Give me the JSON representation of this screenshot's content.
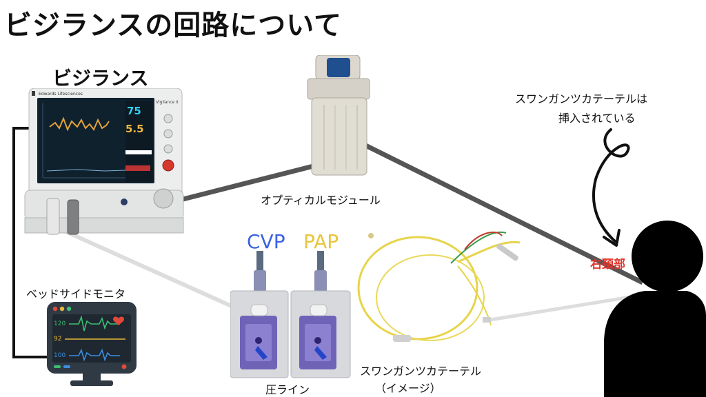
{
  "title": "ビジランスの回路について",
  "labels": {
    "vigilance": "ビジランス",
    "optical_module": "オプティカルモジュール",
    "bedside_monitor": "ベッドサイドモニタ",
    "pressure_line": "圧ライン",
    "swan_ganz_catheter": "スワンガンツカテーテル",
    "image_note": "（イメージ）",
    "note_line1": "スワンガンツカテーテルは",
    "note_line2": "挿入されている",
    "right_neck": "右頚部",
    "cvp": "CVP",
    "pap": "PAP"
  },
  "vigilance_screen": {
    "brand": "Edwards Lifesciences",
    "model": "Vigilance II",
    "value_top": "75",
    "value_bottom": "5.5"
  },
  "bedside_screen": {
    "value1": "120",
    "value2": "92",
    "value3": "100"
  },
  "colors": {
    "heading": "#111111",
    "cvp": "#3b63e0",
    "pap": "#e9c53a",
    "accent_red": "#e0352b",
    "cable": "#555555",
    "line_light": "#dddddd"
  }
}
